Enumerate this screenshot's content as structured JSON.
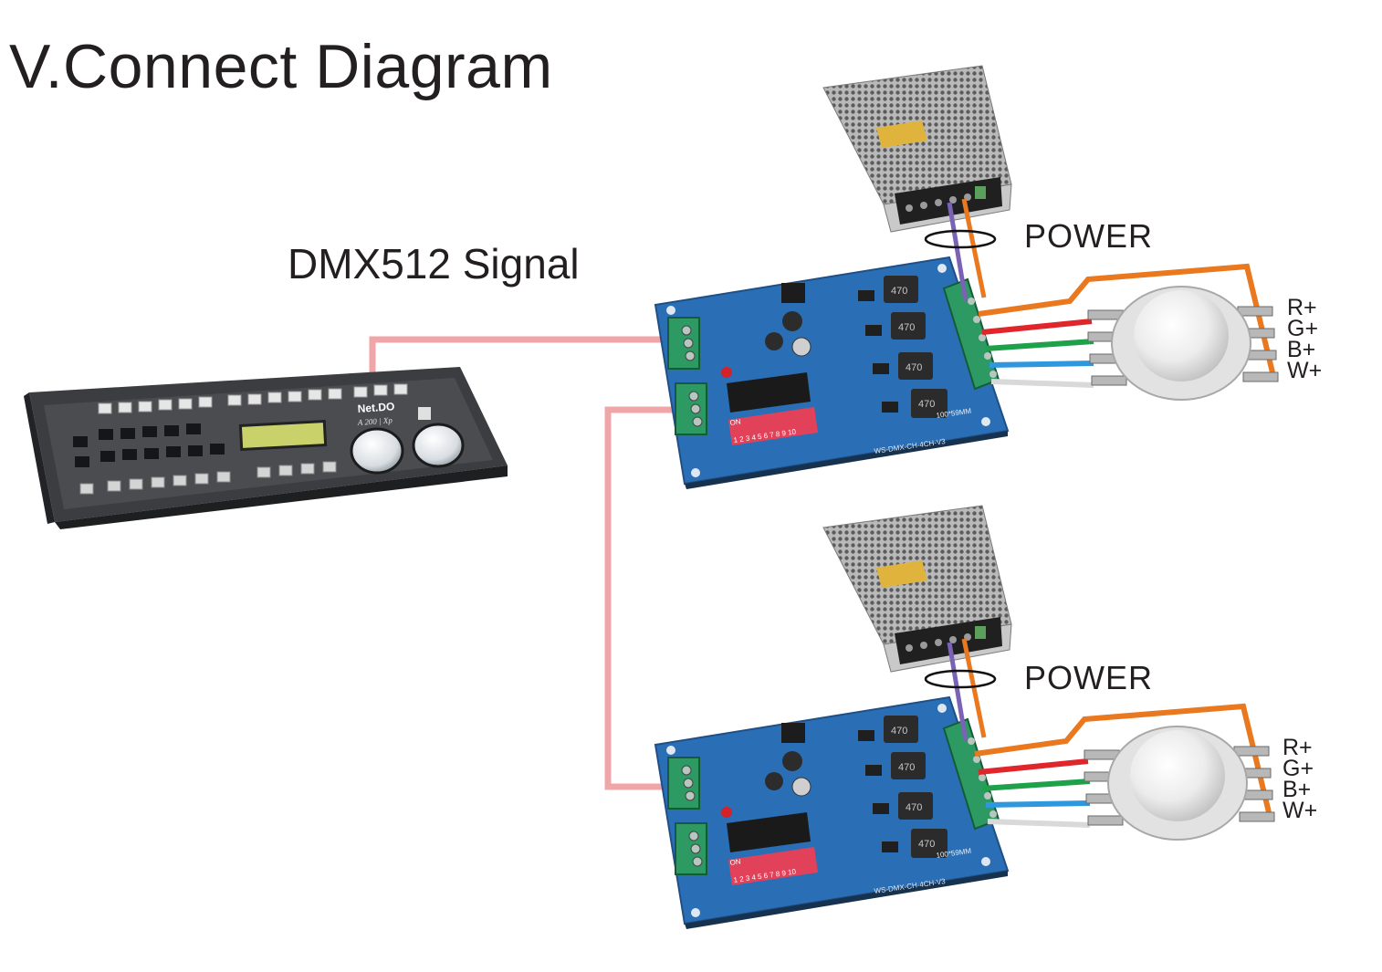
{
  "title": "V.Connect Diagram",
  "signal_label": "DMX512 Signal",
  "power_label_top": "POWER",
  "power_label_bottom": "POWER",
  "led_channels": [
    "R+",
    "G+",
    "B+",
    "W+"
  ],
  "controller": {
    "brand": "Net.DO",
    "model": "A 200 | Xp"
  },
  "decoder": {
    "dip_switch_on": "ON",
    "dip_switch_numbers": "1 2 3 4 5 6 7 8 9 10",
    "board_label": "WS-DMX-CH-4CH-V3",
    "size_label": "100*59MM",
    "inductor_value": "470"
  },
  "colors": {
    "dmx_wire": "#f0a5a8",
    "power_pos": "#e9781f",
    "power_neg": "#7a62b5",
    "red_wire": "#e0262b",
    "green_wire": "#1fa04a",
    "blue_wire": "#2f97dd",
    "white_wire": "#d9d9d9",
    "pcb": "#2a6fb6"
  }
}
